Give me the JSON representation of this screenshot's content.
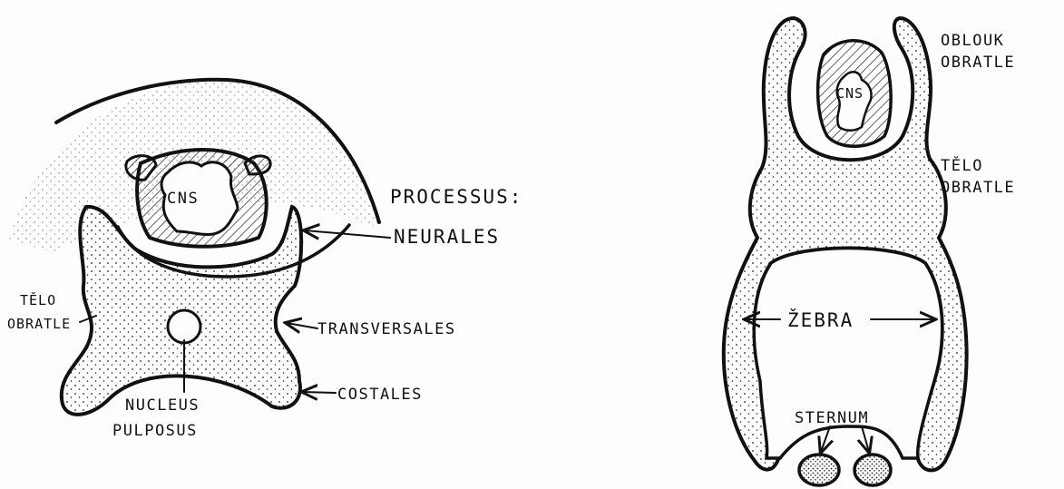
{
  "left_figure": {
    "cns": "CNS",
    "processus": "PROCESSUS:",
    "neurales": "NEURALES",
    "telo_line1": "TĚLO",
    "telo_line2": "OBRATLE",
    "transversales": "TRANSVERSALES",
    "costales": "COSTALES",
    "nucleus_line1": "NUCLEUS",
    "nucleus_line2": "PULPOSUS"
  },
  "right_figure": {
    "cns": "CNS",
    "oblouk_line1": "OBLOUK",
    "oblouk_line2": "OBRATLE",
    "telo_line1": "TĚLO",
    "telo_line2": "OBRATLE",
    "zebra": "ŽEBRA",
    "sternum": "STERNUM"
  },
  "colors": {
    "ink": "#111111",
    "paper": "#fdfdfd"
  }
}
